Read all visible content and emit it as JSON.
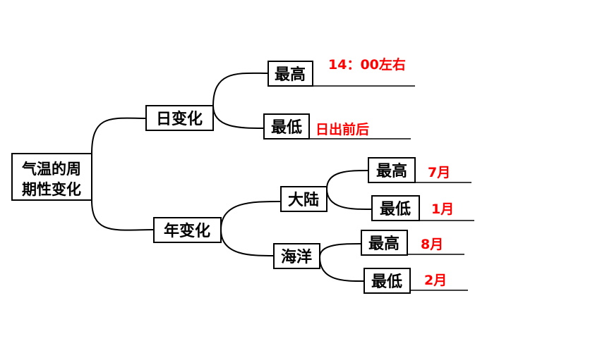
{
  "colors": {
    "line": "#000000",
    "answer": "#ff0000"
  },
  "root": {
    "line1": "气温的周",
    "line2": "期性变化"
  },
  "daily": {
    "label": "日变化",
    "highest": {
      "label": "最高",
      "answer": "14：00左右"
    },
    "lowest": {
      "label": "最低",
      "answer": "日出前后"
    }
  },
  "annual": {
    "label": "年变化",
    "land": {
      "label": "大陆",
      "highest": {
        "label": "最高",
        "answer": "7月"
      },
      "lowest": {
        "label": "最低",
        "answer": "1月"
      }
    },
    "ocean": {
      "label": "海洋",
      "highest": {
        "label": "最高",
        "answer": "8月"
      },
      "lowest": {
        "label": "最低",
        "answer": "2月"
      }
    }
  }
}
